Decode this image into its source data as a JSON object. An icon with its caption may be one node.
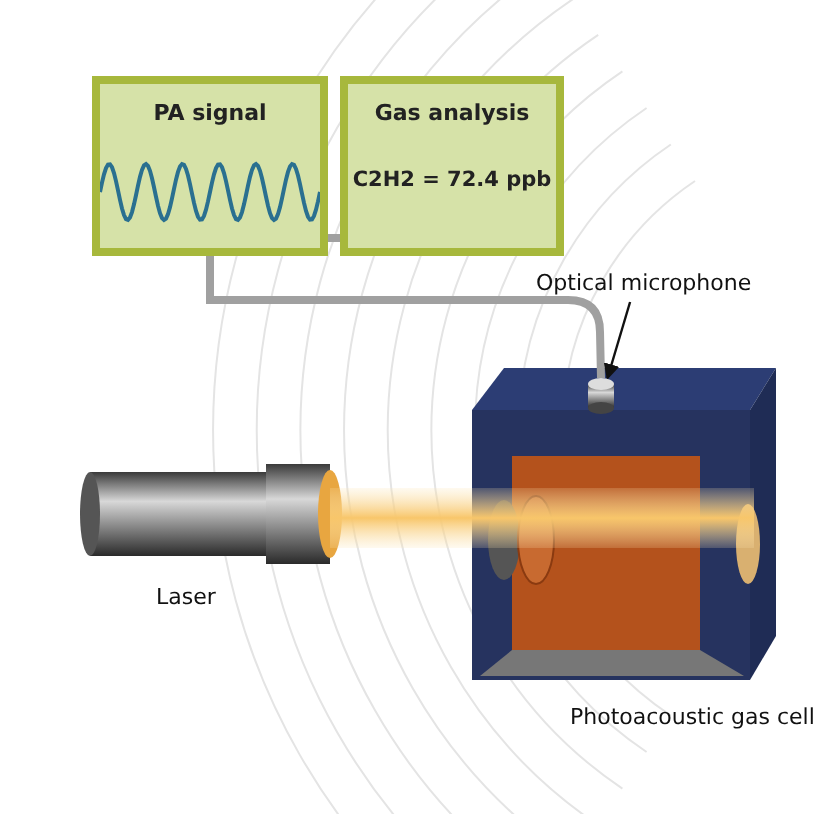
{
  "diagram": {
    "nodes": [
      {
        "text": [
          "PA signal"
        ]
      },
      {
        "text": [
          "Gas analysis",
          "C2H2 = 72.4 ppb"
        ]
      },
      {
        "text": [
          "Optical microphone"
        ]
      },
      {
        "text": [],
        "shape": "cylinder"
      }
    ],
    "edges": [
      {
        "from": 0,
        "to": 1,
        "arrow": "none",
        "color": "#a0a0a0"
      },
      {
        "from": 0,
        "to": 3,
        "arrow": "none",
        "color": "#a0a0a0"
      },
      {
        "from": 2,
        "to": 3,
        "arrow": "to",
        "color": "#111111"
      }
    ],
    "labels": [
      "Laser",
      "Photoacoustic gas cell"
    ]
  }
}
